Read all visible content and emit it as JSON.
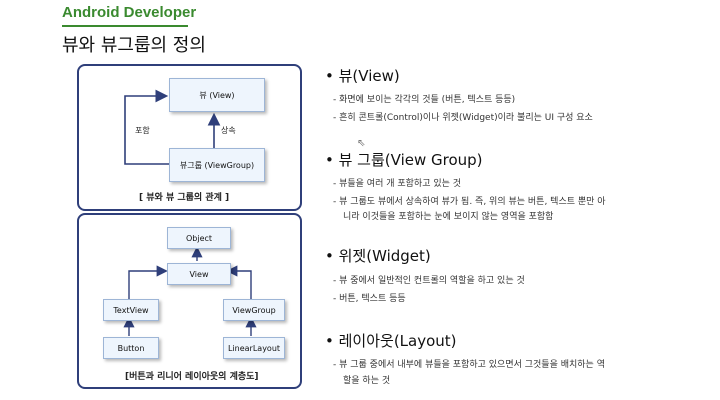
{
  "header": {
    "brand": "Android Developer",
    "title": "뷰와 뷰그룹의 정의"
  },
  "diagram1": {
    "view_box": "뷰 (View)",
    "viewgroup_box": "뷰그룹 (ViewGroup)",
    "include_label": "포함",
    "inherit_label": "상속",
    "caption": "[ 뷰와 뷰 그룹의 관계 ]"
  },
  "diagram2": {
    "object": "Object",
    "view": "View",
    "textview": "TextView",
    "viewgroup": "ViewGroup",
    "button": "Button",
    "linearlayout": "LinearLayout",
    "caption": "[버튼과 리니어 레이아웃의 계층도]"
  },
  "sections": {
    "view": {
      "heading": "• 뷰(View)",
      "lines": [
        "- 화면에 보이는 각각의 것들 (버튼, 텍스트 등등)",
        "- 흔히 콘트롤(Control)이나 위젯(Widget)이라 불리는 UI 구성 요소"
      ]
    },
    "viewgroup": {
      "heading": "• 뷰 그룹(View Group)",
      "lines": [
        "- 뷰들을 여러 개 포함하고 있는 것",
        "- 뷰 그룹도 뷰에서 상속하여 뷰가 됨. 즉, 위의 뷰는 버튼, 텍스트 뿐만 아",
        "니라 이것들을 포함하는 눈에 보이지 않는 영역을 포함함"
      ]
    },
    "widget": {
      "heading": "• 위젯(Widget)",
      "lines": [
        "- 뷰 중에서 일반적인 컨트롤의 역할을 하고 있는 것",
        "- 버튼, 텍스트 등등"
      ]
    },
    "layout": {
      "heading": "• 레이아웃(Layout)",
      "lines": [
        "- 뷰 그룹 중에서 내부에 뷰들을 포함하고 있으면서 그것들을 배치하는 역",
        "할을 하는 것"
      ]
    }
  },
  "colors": {
    "brand": "#3a8a2f",
    "panel_border": "#2f3f7a",
    "box_fill": "#eef5fd"
  }
}
